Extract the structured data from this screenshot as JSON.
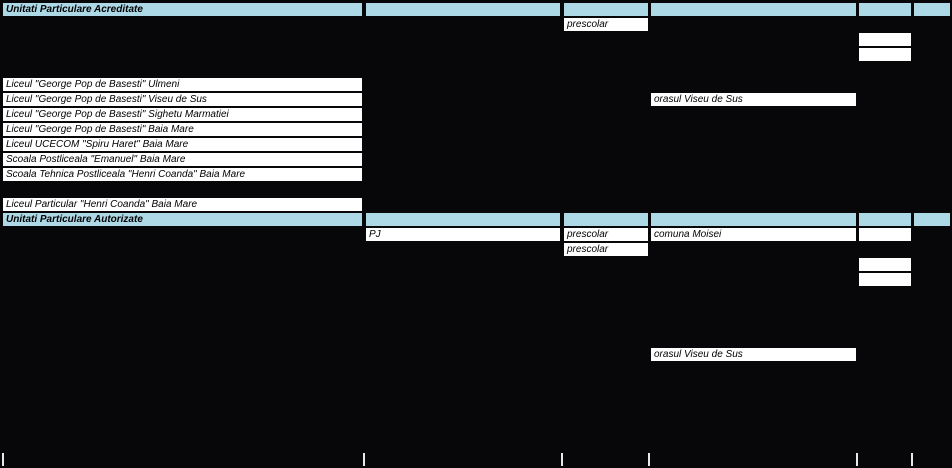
{
  "sections": {
    "acreditate_title": "Unitati Particulare Acreditate",
    "autorizate_title": "Unitati Particulare Autorizate"
  },
  "acreditate": {
    "level_row1": "prescolar",
    "schools": [
      "Liceul \"George Pop de Basesti\" Ulmeni",
      "Liceul \"George Pop de Basesti\" Viseu de Sus",
      "Liceul \"George Pop de Basesti\" Sighetu Marmatiei",
      "Liceul \"George Pop de Basesti\" Baia Mare",
      "Liceul UCECOM \"Spiru Haret\" Baia Mare",
      "Scoala Postliceala \"Emanuel\" Baia Mare",
      "Scoala Tehnica Postliceala \"Henri Coanda\" Baia Mare"
    ],
    "locality_viseu": "orasul Viseu de Sus",
    "last_school": "Liceul Particular \"Henri Coanda\" Baia Mare"
  },
  "autorizate": {
    "row1_type": "PJ",
    "row1_level": "prescolar",
    "row1_locality": "comuna Moisei",
    "row2_level": "prescolar",
    "locality_viseu": "orasul Viseu de Sus"
  },
  "colors": {
    "background": "#070709",
    "header": "#add8e6",
    "cell": "#ffffff"
  }
}
